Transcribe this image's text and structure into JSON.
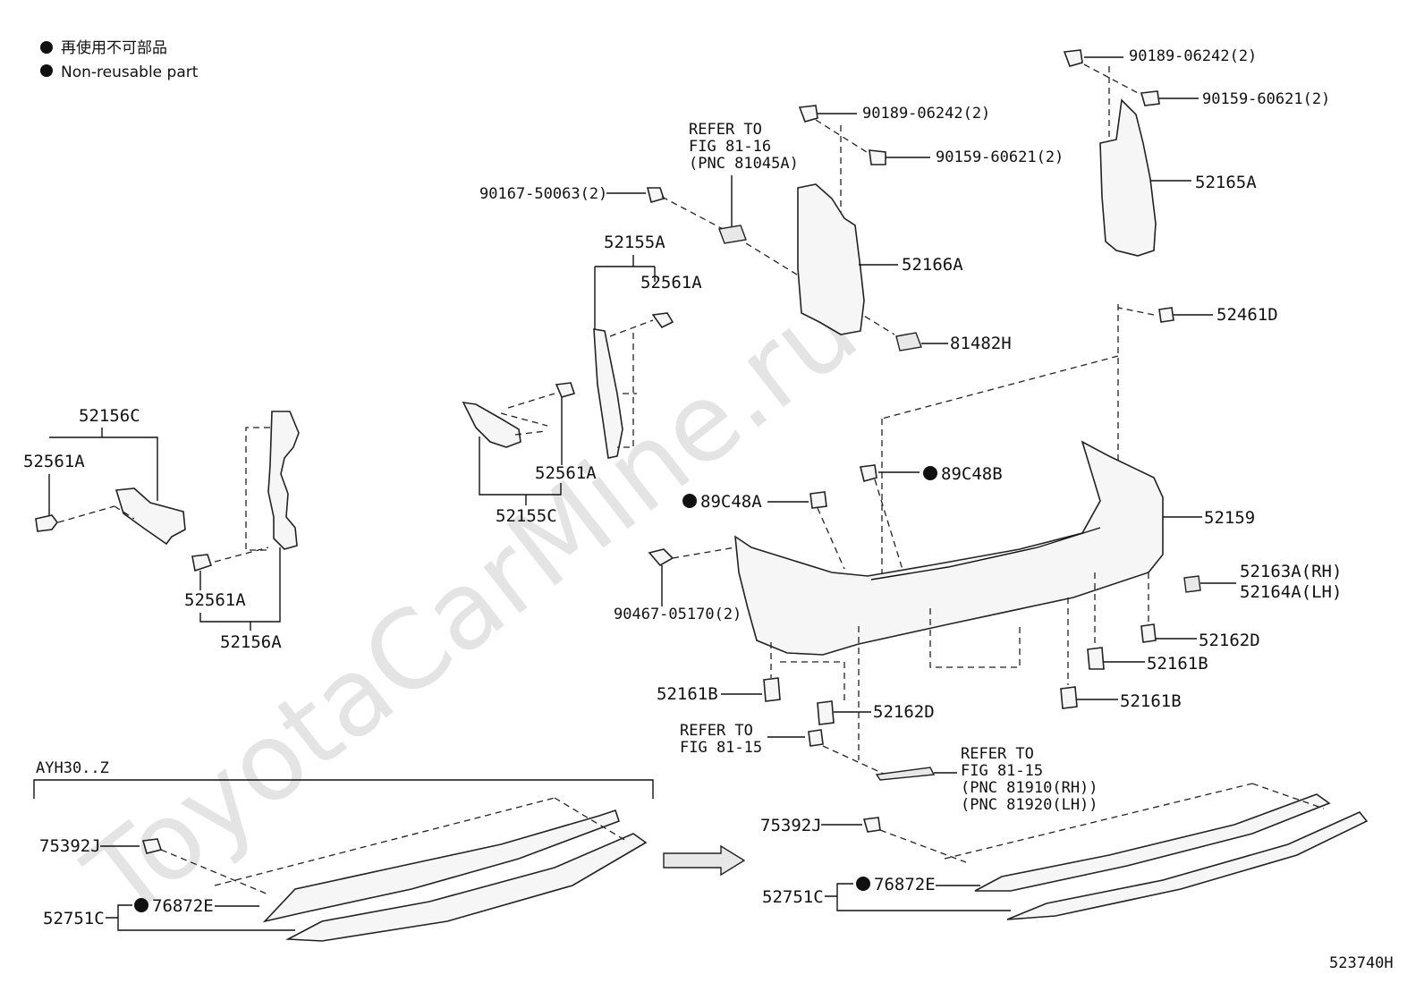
{
  "legend": {
    "jp": "再使用不可部品",
    "en": "Non-reusable part"
  },
  "watermark": "ToyotaCarMine.ru",
  "variant_label": "AYH30..Z",
  "figure_code": "523740H",
  "labels": {
    "l_52156C": "52156C",
    "l_52561A_1": "52561A",
    "l_52561A_2": "52561A",
    "l_52156A": "52156A",
    "l_52155A": "52155A",
    "l_52561A_3": "52561A",
    "l_52561A_4": "52561A",
    "l_52155C": "52155C",
    "l_90167": "90167-50063(2)",
    "l_refer1_a": "REFER TO",
    "l_refer1_b": "FIG 81-16",
    "l_refer1_c": "(PNC 81045A)",
    "l_90189_a": "90189-06242(2)",
    "l_90159_a": "90159-60621(2)",
    "l_52166A": "52166A",
    "l_81482H": "81482H",
    "l_90189_b": "90189-06242(2)",
    "l_90159_b": "90159-60621(2)",
    "l_52165A": "52165A",
    "l_52461D": "52461D",
    "l_89C48B": "89C48B",
    "l_89C48A": "89C48A",
    "l_52159": "52159",
    "l_90467": "90467-05170(2)",
    "l_52163A": "52163A(RH)",
    "l_52164A": "52164A(LH)",
    "l_52162D_1": "52162D",
    "l_52161B_1": "52161B",
    "l_52161B_2": "52161B",
    "l_52161B_3": "52161B",
    "l_52162D_2": "52162D",
    "l_refer2_a": "REFER TO",
    "l_refer2_b": "FIG 81-15",
    "l_refer3_a": "REFER TO",
    "l_refer3_b": "FIG 81-15",
    "l_refer3_c": "(PNC 81910(RH))",
    "l_refer3_d": "(PNC 81920(LH))",
    "l_75392J_1": "75392J",
    "l_76872E_1": "76872E",
    "l_52751C_1": "52751C",
    "l_75392J_2": "75392J",
    "l_76872E_2": "76872E",
    "l_52751C_2": "52751C"
  }
}
